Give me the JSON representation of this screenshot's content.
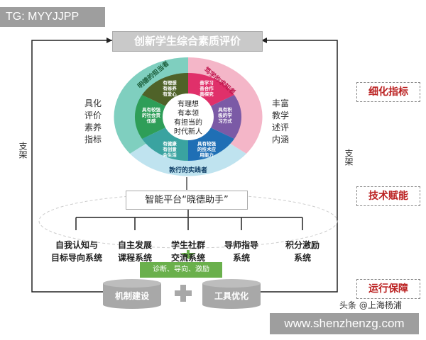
{
  "watermark": "TG: MYYJJPP",
  "title": "创新学生综合素质评价",
  "left_support": "支架",
  "right_support": "支架",
  "left_note": "具化评价素养指标",
  "right_note": "丰富教学述评内涵",
  "center": [
    "有理想",
    "有本领",
    "有担当的",
    "时代新人"
  ],
  "ring": {
    "left": "明德的担当者",
    "right": "笃学的求知者",
    "bottom": "敦行的实践者"
  },
  "segments": [
    "有理想有修养有爱心",
    "善学习善合作善探究",
    "具有积极的学习方式",
    "具有较强的技术应用能力",
    "有健康有创意会生活",
    "具有较强的社会责任感"
  ],
  "colors": {
    "olive": "#4f6228",
    "pink": "#e0306a",
    "purple": "#7b5aa6",
    "blue": "#1f6fb5",
    "teal": "#3aa3a0",
    "green": "#2e9e58",
    "ring_teal": "#7fcfbf",
    "ring_pink": "#f4b6c8",
    "ring_blue": "#bfe3ef"
  },
  "platform": "智能平台“晓德助手”",
  "systems": [
    "自我认知与\n目标导向系统",
    "自主发展\n课程系统",
    "学生社群\n交流系统",
    "导师指导\n系统",
    "积分激励\n系统"
  ],
  "green_box": "诊断、导向、激励",
  "cylinders": [
    "机制建设",
    "工具优化"
  ],
  "right_labels": [
    "细化指标",
    "技术赋能",
    "运行保障"
  ],
  "credit": "头条 @上海杨浦",
  "url": "www.shenzhenzg.com"
}
